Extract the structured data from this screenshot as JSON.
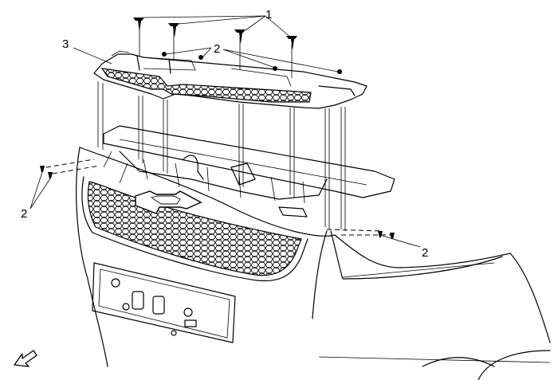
{
  "callouts": {
    "fastener_top": "1",
    "clip_upper": "2",
    "grille_panel": "3",
    "clip_left": "2",
    "clip_right": "2"
  }
}
